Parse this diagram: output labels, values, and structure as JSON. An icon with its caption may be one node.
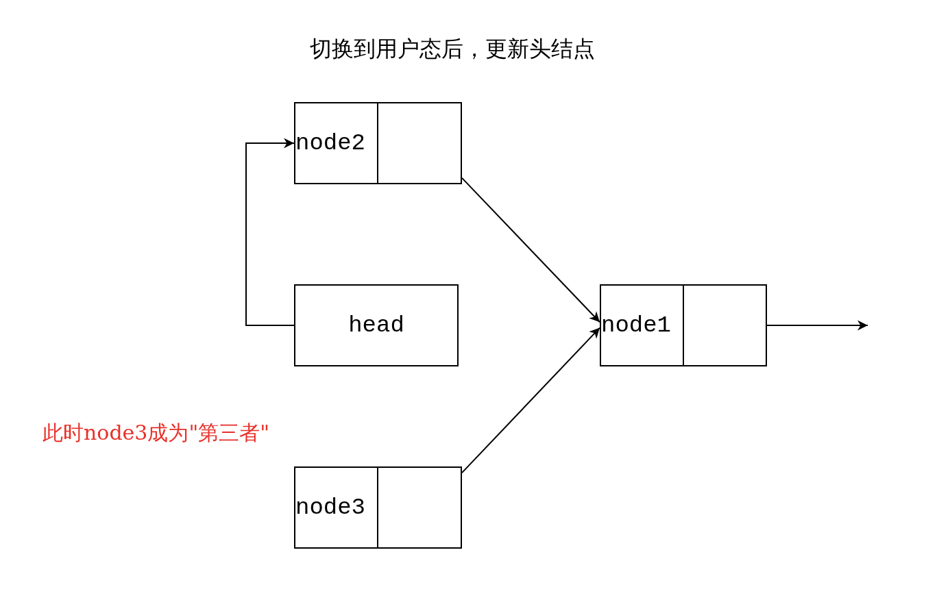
{
  "diagram": {
    "title": "切换到用户态后，更新头结点",
    "nodes": [
      {
        "text": [
          "node2"
        ]
      },
      {
        "text": [],
        "shape": "box"
      },
      {
        "text": [
          "head"
        ]
      },
      {
        "text": [
          "node1"
        ]
      },
      {
        "text": [],
        "shape": "box"
      },
      {
        "text": [
          "node3"
        ]
      },
      {
        "text": [],
        "shape": "box"
      }
    ],
    "edges": [
      {
        "from": 2,
        "to": 0,
        "arrow": "to"
      },
      {
        "from": 1,
        "to": 3,
        "arrow": "to"
      },
      {
        "from": 6,
        "to": 3,
        "arrow": "to"
      },
      {
        "from": 4,
        "to": null,
        "arrow": "to"
      }
    ],
    "labels": [
      "此时node3成为\"第三者\""
    ]
  }
}
